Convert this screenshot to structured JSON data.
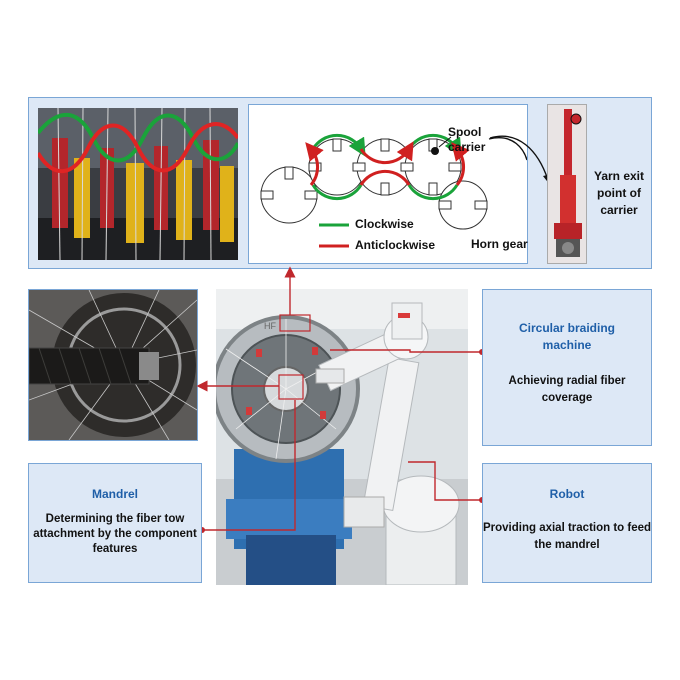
{
  "top_panel": {
    "legend_clockwise": "Clockwise",
    "legend_anticlockwise": "Anticlockwise",
    "spool_carrier": "Spool\ncarrier",
    "horn_gear": "Horn gear",
    "yarn_exit": "Yarn exit\npoint of\ncarrier"
  },
  "circular_braiding": {
    "title": "Circular braiding\nmachine",
    "description": "Achieving radial fiber\ncoverage"
  },
  "mandrel": {
    "title": "Mandrel",
    "description": "Determining the fiber tow\nattachment by the component\nfeatures"
  },
  "robot": {
    "title": "Robot",
    "description": "Providing axial traction to feed\nthe mandrel"
  },
  "machine_text": "HF",
  "colors": {
    "panel_border": "#7aa6d6",
    "panel_bg": "#dde8f6",
    "accent_red": "#c0282d",
    "accent_green": "#1aa33a",
    "title_blue": "#1f5fa8"
  }
}
